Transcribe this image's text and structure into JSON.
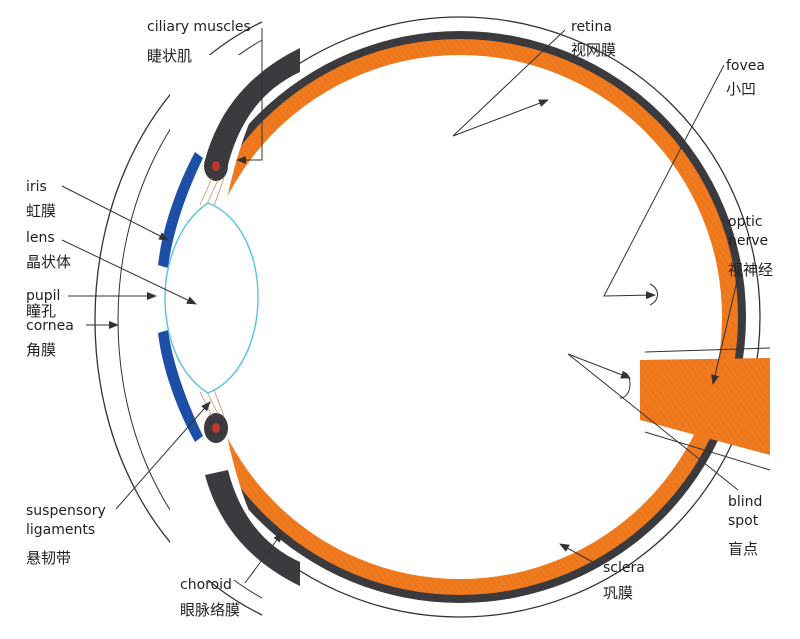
{
  "colors": {
    "retina": "#f07a1e",
    "choroid": "#3a3a3f",
    "iris": "#1d4fa6",
    "lens": "#56c3e0",
    "outline": "#333333",
    "text": "#222222",
    "arrow": "#333333"
  },
  "labels": {
    "ciliary_en": "ciliary muscles",
    "ciliary_cn": "睫状肌",
    "retina_en": "retina",
    "retina_cn": "视网膜",
    "fovea_en": "fovea",
    "fovea_cn": "小凹",
    "iris_en": "iris",
    "iris_cn": "虹膜",
    "lens_en": "lens",
    "lens_cn": "晶状体",
    "pupil_en": "pupil",
    "pupil_cn": "瞳孔",
    "cornea_en": "cornea",
    "cornea_cn": "角膜",
    "optic_en_1": "optic",
    "optic_en_2": "nerve",
    "optic_cn": "视神经",
    "suspensory_en_1": "suspensory",
    "suspensory_en_2": "ligaments",
    "suspensory_cn": "悬韧带",
    "choroid_en": "choroid",
    "choroid_cn": "眼脉络膜",
    "blind_en_1": "blind",
    "blind_en_2": "spot",
    "blind_cn": "盲点",
    "sclera_en": "sclera",
    "sclera_cn": "巩膜"
  }
}
